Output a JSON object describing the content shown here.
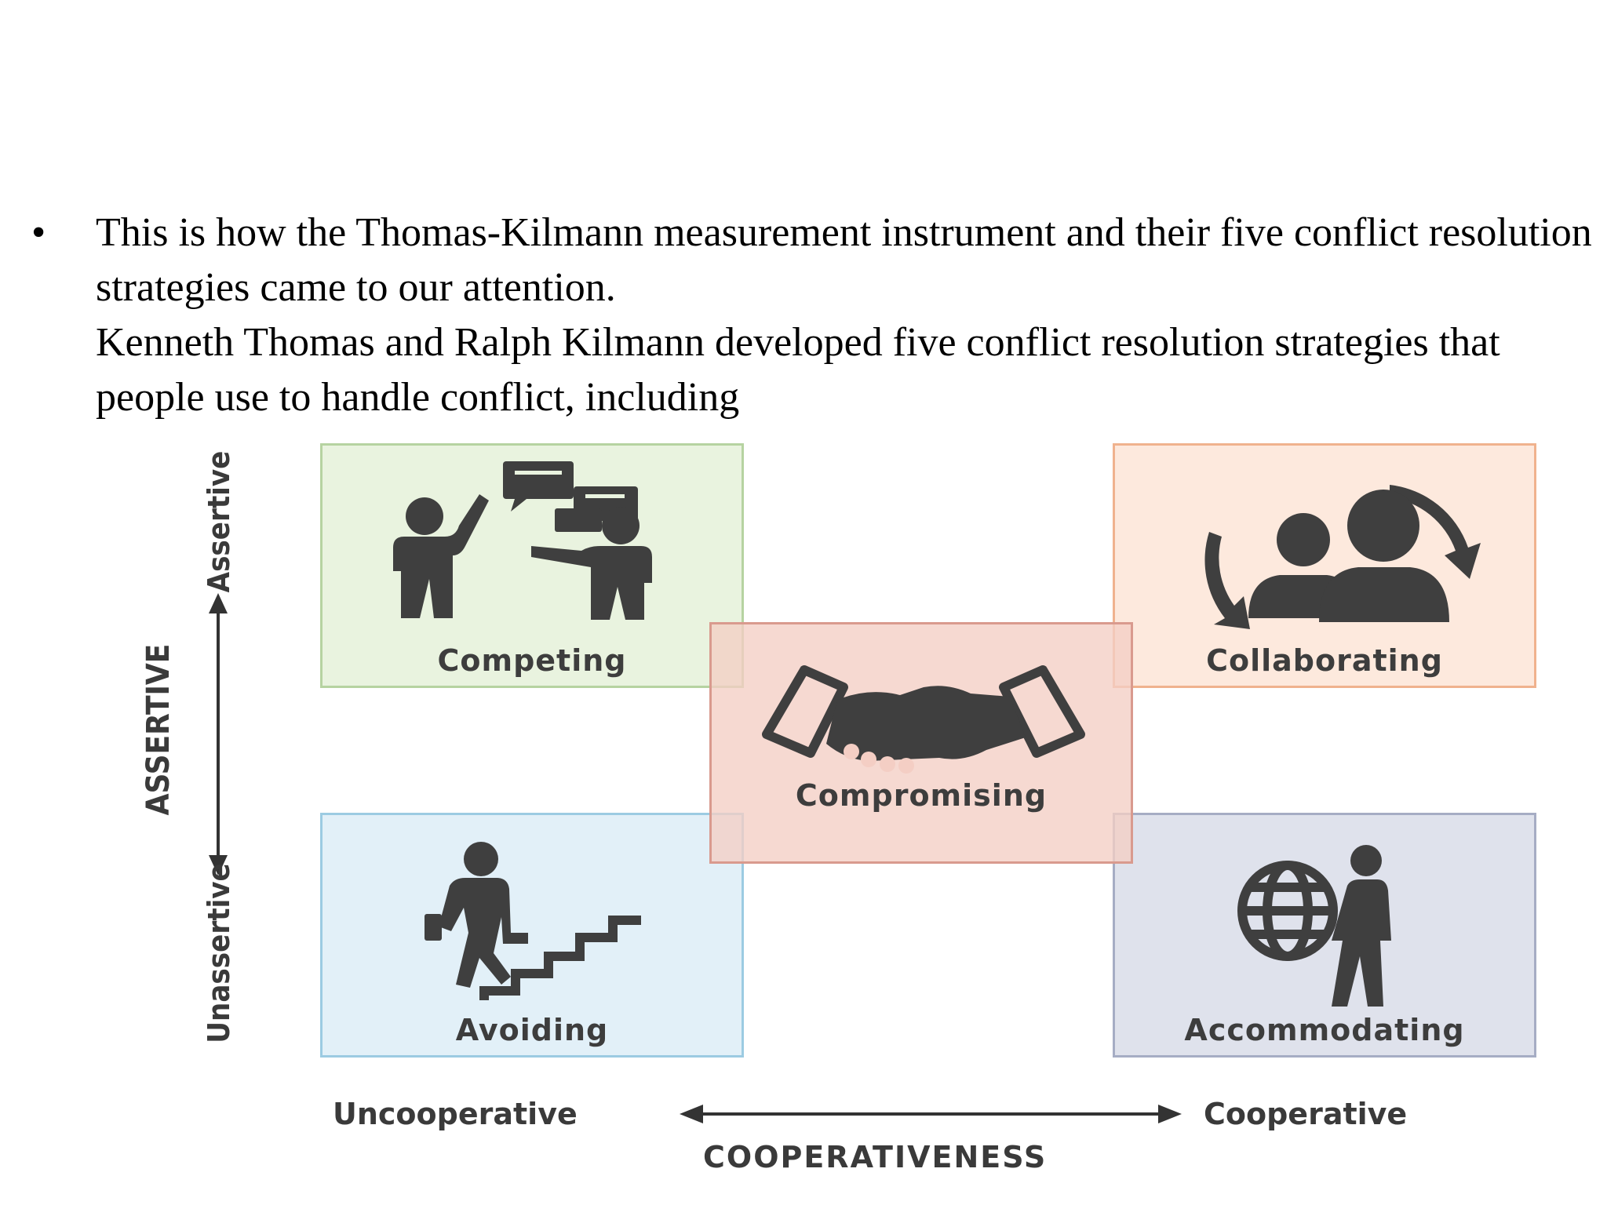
{
  "bullet": {
    "symbol": "•",
    "line1": "This is how the Thomas-Kilmann measurement instrument and their five conflict resolution strategies came to our attention.",
    "line2": "Kenneth Thomas and Ralph Kilmann developed five conflict resolution strategies that people use to handle conflict, including"
  },
  "diagram": {
    "boxes": {
      "competing": "Competing",
      "collaborating": "Collaborating",
      "compromising": "Compromising",
      "avoiding": "Avoiding",
      "accommodating": "Accommodating"
    },
    "y_axis": {
      "title": "ASSERTIVE",
      "top": "Assertive",
      "bottom": "Unassertive"
    },
    "x_axis": {
      "title": "COOPERATIVENESS",
      "left": "Uncooperative",
      "right": "Cooperative"
    },
    "colors": {
      "competing": "#e9f3df",
      "collaborating": "#fde9dd",
      "compromising": "#f4cec4",
      "avoiding": "#e2f0f8",
      "accommodating": "#dfe2ec",
      "icon": "#3f3f3f"
    },
    "icons": {
      "competing": "arguing-people-icon",
      "collaborating": "people-cycle-icon",
      "compromising": "handshake-icon",
      "avoiding": "stair-climber-icon",
      "accommodating": "person-with-globe-icon"
    }
  }
}
